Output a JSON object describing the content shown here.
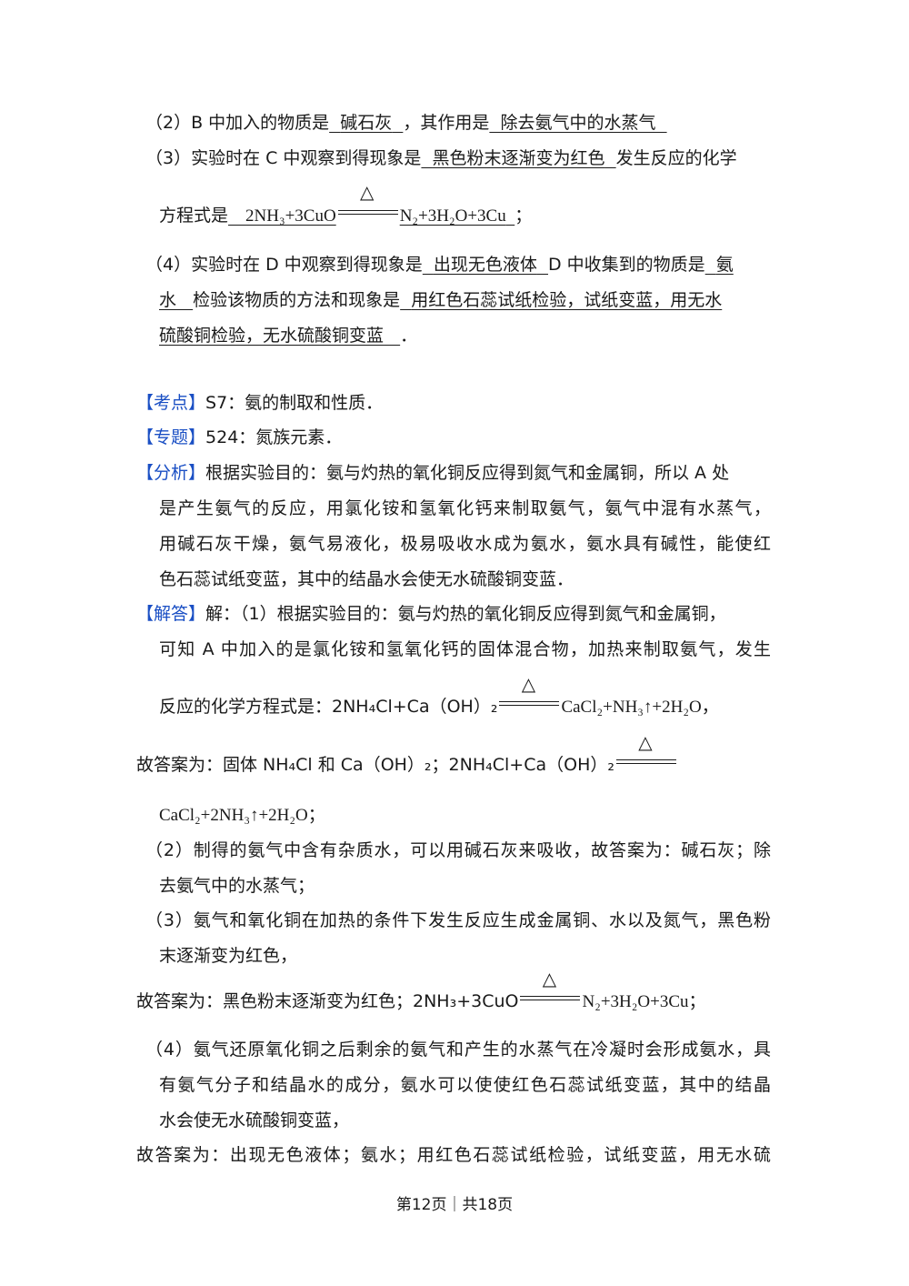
{
  "q2": {
    "prefix": "（2）B 中加入的物质是",
    "ans1": "碱石灰",
    "mid": "，其作用是",
    "ans2": "除去氨气中的水蒸气"
  },
  "q3": {
    "prefix": "（3）实验时在 C 中观察到得现象是",
    "ans1": "黑色粉末逐渐变为红色",
    "suffix": "发生反应的化学",
    "eq_prefix": "方程式是",
    "eq_lhs": "2NH₃+3CuO",
    "eq_rhs": "N₂+3H₂O+3Cu",
    "eq_end": "；"
  },
  "q4": {
    "prefix": "（4）实验时在 D 中观察到得现象是",
    "ans1": "出现无色液体",
    "mid": "D 中收集到的物质是",
    "ans2a": "氨",
    "ans2b": "水",
    "mid2": "检验该物质的方法和现象是",
    "ans3a": "用红色石蕊试纸检验，试纸变蓝，用无水",
    "ans3b": "硫酸铜检验，无水硫酸铜变蓝",
    "end": "．"
  },
  "kaodian": {
    "tag": "【考点】",
    "text": "S7：氨的制取和性质．"
  },
  "zhuanti": {
    "tag": "【专题】",
    "text": "524：氮族元素．"
  },
  "fenxi": {
    "tag": "【分析】",
    "l1": "根据实验目的：氨与灼热的氧化铜反应得到氮气和金属铜，所以 A 处",
    "l2": "是产生氨气的反应，用氯化铵和氢氧化钙来制取氨气，氨气中混有水蒸气，",
    "l3": "用碱石灰干燥，氨气易液化，极易吸收水成为氨水，氨水具有碱性，能使红",
    "l4": "色石蕊试纸变蓝，其中的结晶水会使无水硫酸铜变蓝．"
  },
  "jieda": {
    "tag": "【解答】",
    "l1": "解：（1）根据实验目的：氨与灼热的氧化铜反应得到氮气和金属铜，",
    "l2": "可知 A 中加入的是氯化铵和氢氧化钙的固体混合物，加热来制取氨气，发生",
    "l3_prefix": "反应的化学方程式是：2NH₄Cl+Ca（OH）₂",
    "l3_rhs": "CaCl₂+NH₃↑+2H₂O，",
    "l4_prefix": "故答案为：固体 NH₄Cl 和 Ca（OH）₂；2NH₄Cl+Ca（OH）₂",
    "l5": "CaCl₂+2NH₃↑+2H₂O；",
    "p2a": "（2）制得的氨气中含有杂质水，可以用碱石灰来吸收，故答案为：碱石灰；除",
    "p2b": "去氨气中的水蒸气；",
    "p3a": "（3）氨气和氧化铜在加热的条件下发生反应生成金属铜、水以及氮气，黑色粉",
    "p3b": "末逐渐变为红色，",
    "p3c_prefix": "故答案为：黑色粉末逐渐变为红色；2NH₃+3CuO",
    "p3c_rhs": "N₂+3H₂O+3Cu；",
    "p4a": "（4）氨气还原氧化铜之后剩余的氨气和产生的水蒸气在冷凝时会形成氨水，具",
    "p4b": "有氨气分子和结晶水的成分，氨水可以使使红色石蕊试纸变蓝，其中的结晶",
    "p4c": "水会使无水硫酸铜变蓝，",
    "p4d": "故答案为：出现无色液体；氨水；用红色石蕊试纸检验，试纸变蓝，用无水硫"
  },
  "symbols": {
    "delta": "△"
  },
  "footer": "第12页｜共18页"
}
